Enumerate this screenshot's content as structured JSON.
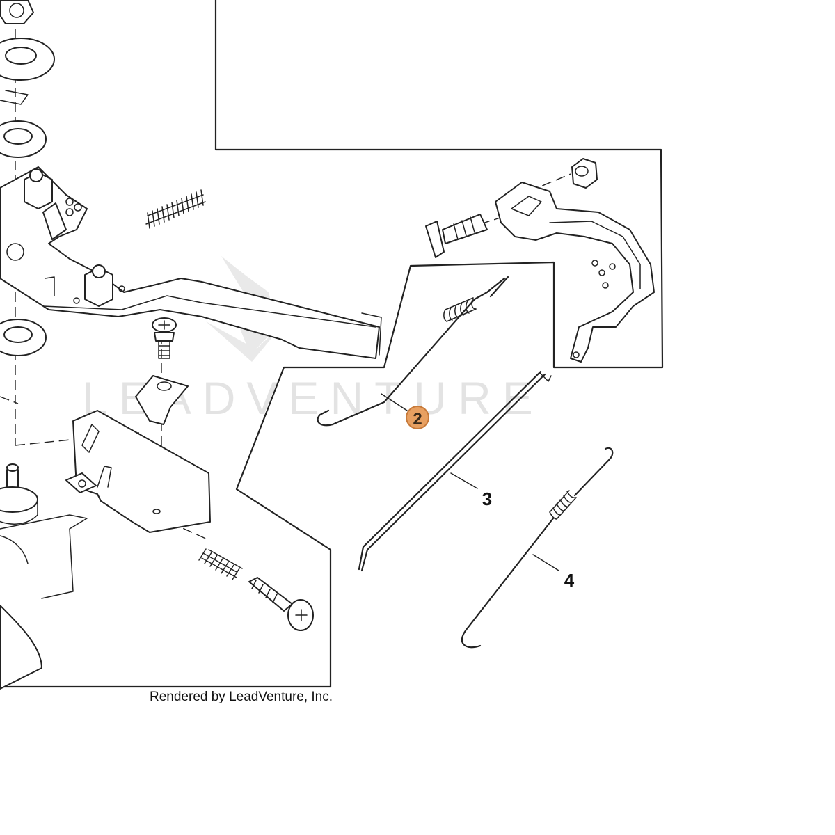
{
  "callouts": [
    {
      "id": "2",
      "highlighted": true
    },
    {
      "id": "3",
      "highlighted": false
    },
    {
      "id": "4",
      "highlighted": false
    }
  ],
  "credit": "Rendered by LeadVenture, Inc.",
  "watermark": "LEADVENTURE",
  "colors": {
    "line": "#222222",
    "highlight_fill": "#e8a061",
    "highlight_stroke": "#c77a3a",
    "watermark": "#e3e3e3"
  }
}
